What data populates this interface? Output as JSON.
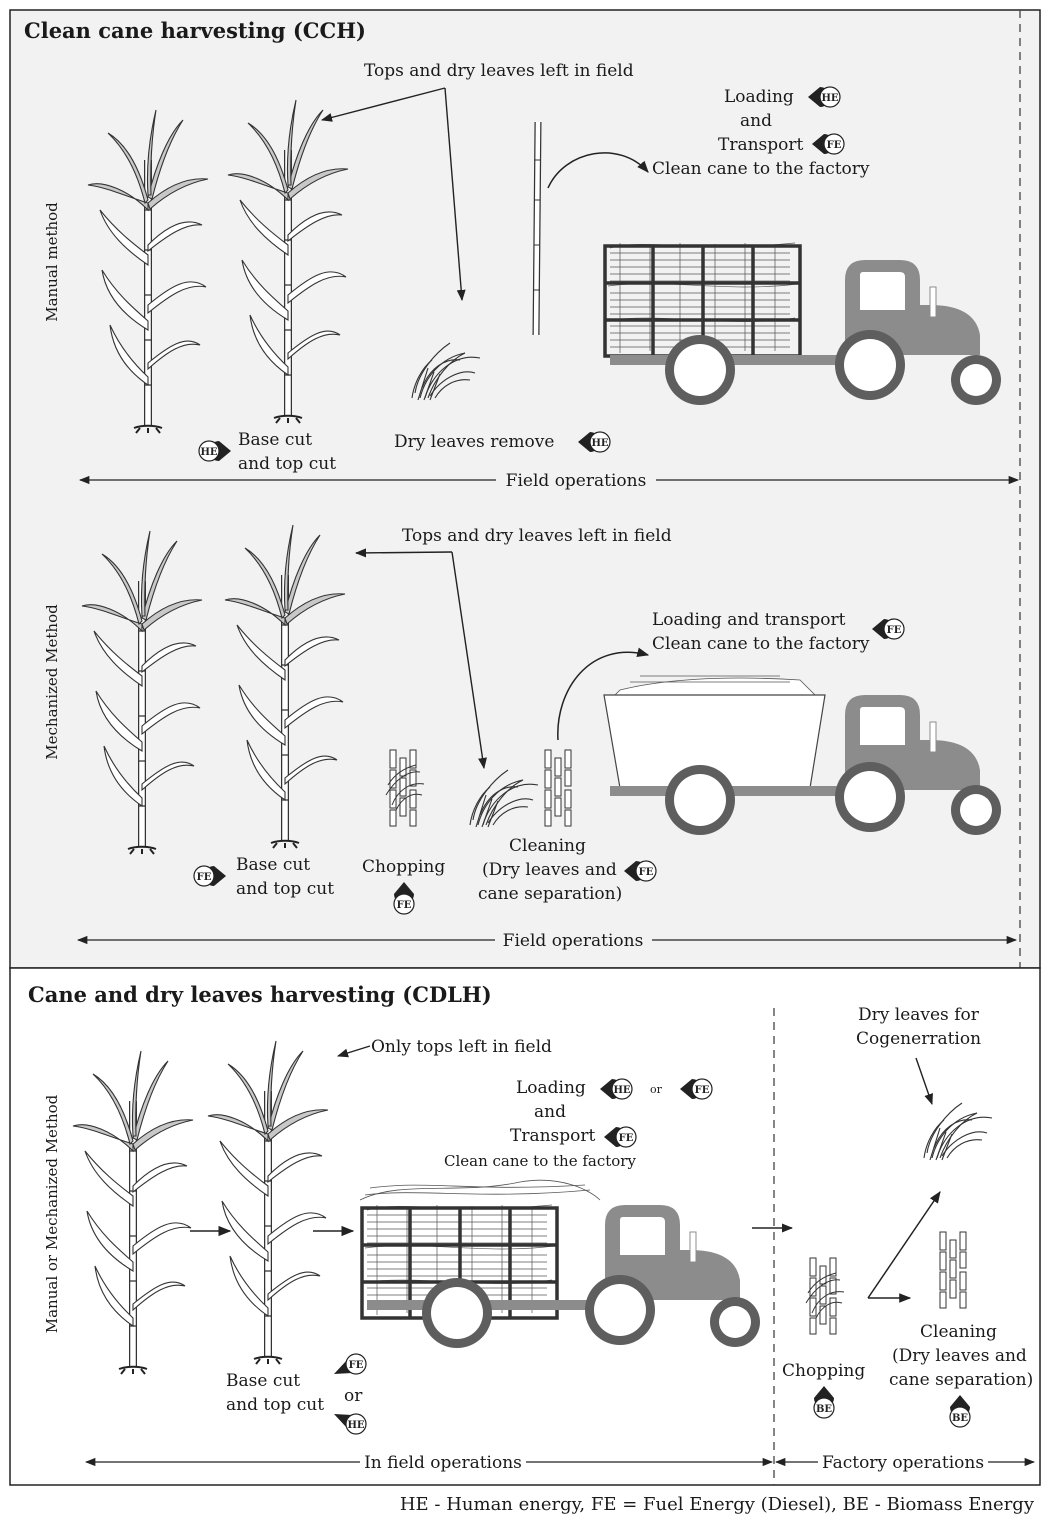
{
  "cch": {
    "title": "Clean cane harvesting (CCH)",
    "manual": {
      "side_label": "Manual method",
      "tops_left": "Tops and dry leaves left in field",
      "loading": "Loading",
      "and": "and",
      "transport": "Transport",
      "clean_cane": "Clean cane to the factory",
      "base_cut_1": "Base cut",
      "base_cut_2": "and top cut",
      "dry_leaves_remove": "Dry leaves remove",
      "field_ops": "Field operations"
    },
    "mechanized": {
      "side_label": "Mechanized Method",
      "tops_left": "Tops and dry leaves left in field",
      "loading_transport": "Loading and transport",
      "clean_cane": "Clean cane to the factory",
      "base_cut_1": "Base cut",
      "base_cut_2": "and top cut",
      "chopping": "Chopping",
      "cleaning_1": "Cleaning",
      "cleaning_2": "(Dry leaves and",
      "cleaning_3": "cane separation)",
      "field_ops": "Field operations"
    }
  },
  "cdlh": {
    "title": "Cane and dry leaves harvesting (CDLH)",
    "side_label": "Manual  or Mechanized Method",
    "only_tops": "Only tops left in field",
    "loading": "Loading",
    "or_small": "or",
    "and": "and",
    "transport": "Transport",
    "clean_cane": "Clean cane to the factory",
    "base_cut_1": "Base cut",
    "base_cut_2": "and top cut",
    "or": "or",
    "dry_leaves_1": "Dry leaves for",
    "dry_leaves_2": "Cogenerration",
    "chopping": "Chopping",
    "cleaning_1": "Cleaning",
    "cleaning_2": "(Dry leaves and",
    "cleaning_3": "cane separation)",
    "in_field_ops": "In field operations",
    "factory_ops": "Factory operations"
  },
  "badges": {
    "he": "HE",
    "fe": "FE",
    "be": "BE"
  },
  "legend": "HE - Human energy, FE = Fuel Energy (Diesel), BE - Biomass Energy",
  "colors": {
    "panel_bg": "#f2f2f2",
    "tractor": "#8c8c8c",
    "wheel": "#5e5e5e",
    "leaf_fill": "#c8c8c8"
  }
}
